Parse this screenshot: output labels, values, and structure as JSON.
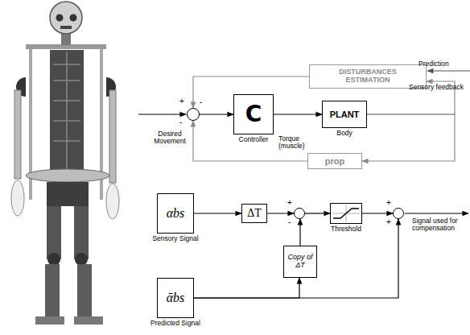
{
  "diagram": {
    "nodes": [
      {
        "text": [
          "DISTURBANCES ESTIMATION"
        ]
      },
      {
        "text": [
          "+",
          "-",
          "-"
        ]
      },
      {
        "text": [
          "C",
          "Controller"
        ]
      },
      {
        "text": [
          "PLANT",
          "Body"
        ]
      },
      {
        "text": [
          "prop"
        ]
      },
      {
        "text": [
          "αbs",
          "Sensory Signal"
        ]
      },
      {
        "text": [
          "ΔT"
        ]
      },
      {
        "text": [
          "+",
          "-"
        ]
      },
      {
        "text": [
          "Threshold"
        ]
      },
      {
        "text": [
          "+",
          "+"
        ]
      },
      {
        "text": [
          "Copy of ΔT"
        ]
      },
      {
        "text": [
          "ᾱbs",
          "Predicted Signal"
        ]
      }
    ],
    "edges": [
      {
        "from": 0,
        "to": 1,
        "arrow": "to"
      },
      {
        "from": 1,
        "to": 2,
        "arrow": "to"
      },
      {
        "from": 2,
        "to": 3,
        "label": "Torque (muscle)",
        "arrow": "to"
      },
      {
        "from": 3,
        "to": 0,
        "label": "Sensory feedback",
        "arrow": "to"
      },
      {
        "from": 3,
        "to": 4,
        "arrow": "to"
      },
      {
        "from": 4,
        "to": 1,
        "arrow": "to"
      },
      {
        "from": 5,
        "to": 6,
        "arrow": "to"
      },
      {
        "from": 6,
        "to": 7,
        "arrow": "to"
      },
      {
        "from": 7,
        "to": 8,
        "arrow": "to"
      },
      {
        "from": 8,
        "to": 9,
        "arrow": "to"
      },
      {
        "from": 11,
        "to": 10,
        "arrow": "to"
      },
      {
        "from": 10,
        "to": 7,
        "arrow": "to"
      },
      {
        "from": 11,
        "to": 9,
        "arrow": "to"
      }
    ],
    "labels": [
      "Prediction",
      "Desired Movement",
      "Signal used for compensation"
    ]
  }
}
